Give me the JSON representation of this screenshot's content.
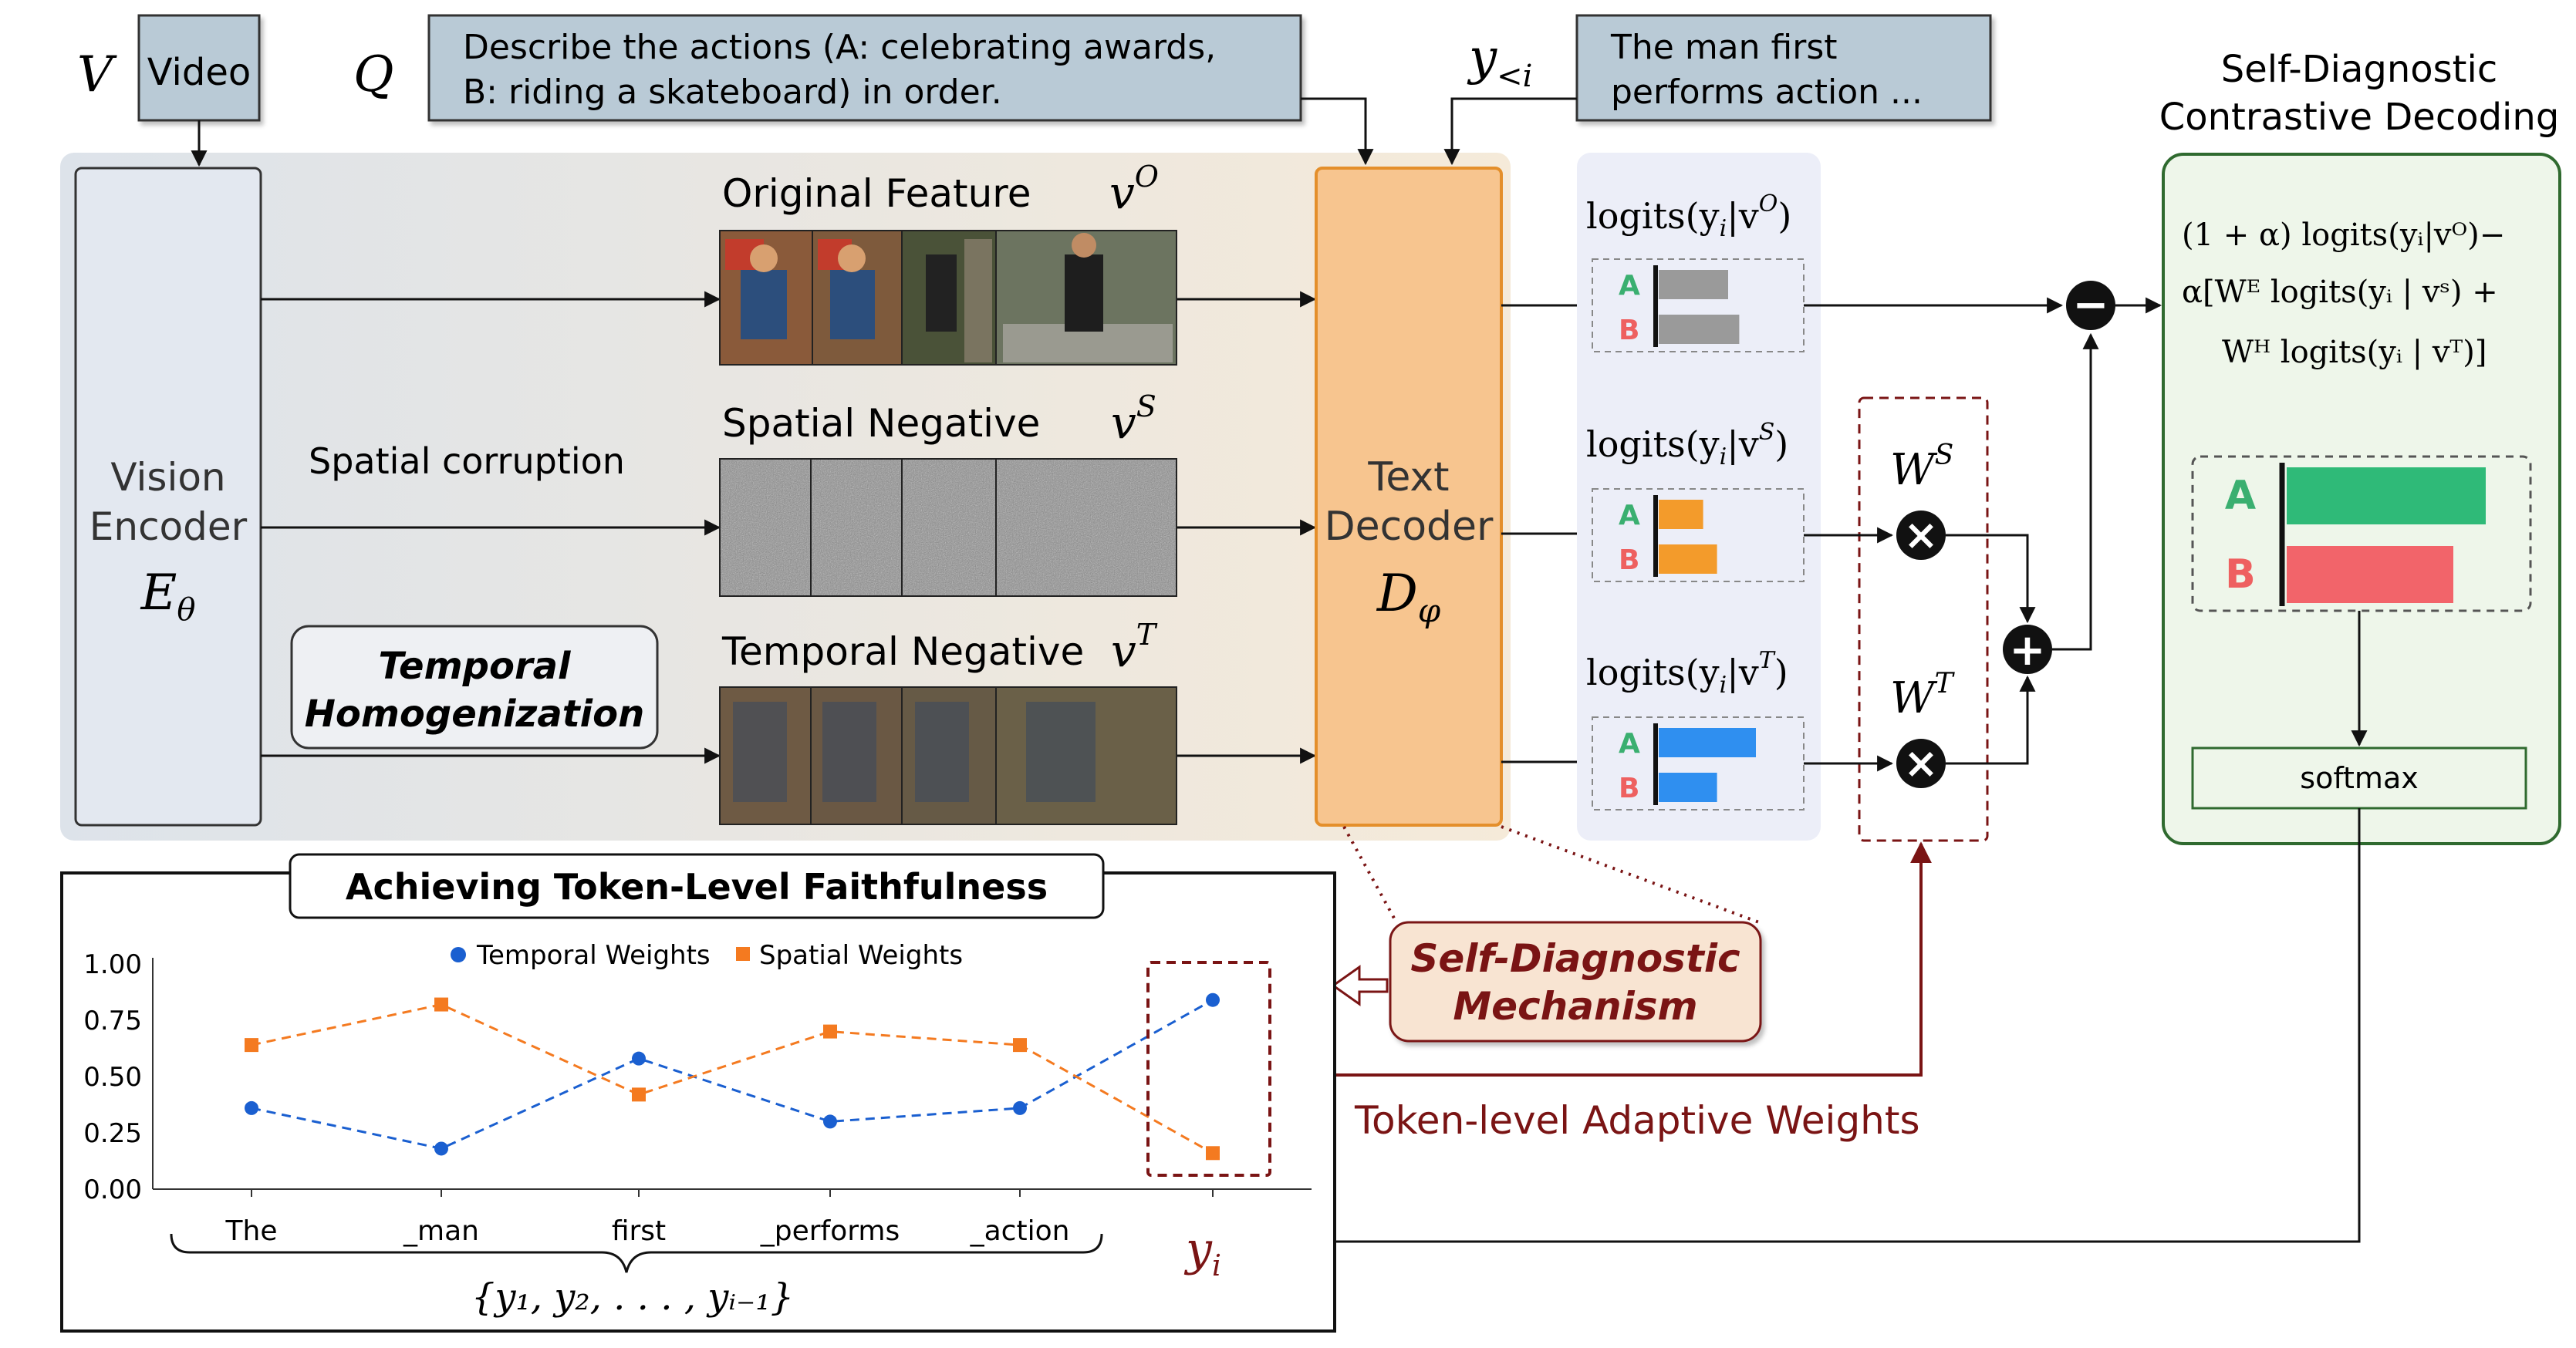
{
  "inputs": {
    "video_symbol": "V",
    "video_label": "Video",
    "query_symbol": "Q",
    "query_line1": "Describe the actions (A: celebrating awards,",
    "query_line2": "B: riding a skateboard) in order.",
    "prefix_symbol": "y",
    "prefix_sub": "<i",
    "prefix_line1": "The man first",
    "prefix_line2": "performs action ..."
  },
  "encoder": {
    "line1": "Vision",
    "line2": "Encoder",
    "symbol": "E",
    "symbol_sub": "θ"
  },
  "branches": {
    "original_title": "Original Feature",
    "original_symbol": "v",
    "original_sup": "O",
    "spatial_title": "Spatial Negative",
    "spatial_symbol": "v",
    "spatial_sup": "S",
    "spatial_op": "Spatial corruption",
    "temporal_title": "Temporal Negative",
    "temporal_symbol": "v",
    "temporal_sup": "T",
    "temporal_op_line1": "Temporal",
    "temporal_op_line2": "Homogenization"
  },
  "decoder": {
    "line1": "Text",
    "line2": "Decoder",
    "symbol": "D",
    "symbol_sub": "φ"
  },
  "logits": {
    "original": {
      "pre": "logits(y",
      "sub": "i",
      "mid": "|v",
      "sup": "O",
      "post": ")",
      "a_fill": 0.5,
      "b_fill": 0.58
    },
    "spatial": {
      "pre": "logits(y",
      "sub": "i",
      "mid": "|v",
      "sup": "S",
      "post": ")",
      "a_fill": 0.32,
      "b_fill": 0.42
    },
    "temporal": {
      "pre": "logits(y",
      "sub": "i",
      "mid": "|v",
      "sup": "T",
      "post": ")",
      "a_fill": 0.7,
      "b_fill": 0.42
    },
    "label_a": "A",
    "label_b": "B"
  },
  "weights": {
    "ws_symbol": "W",
    "ws_sup": "S",
    "wt_symbol": "W",
    "wt_sup": "T",
    "multiply_glyph": "×",
    "plus_glyph": "+",
    "minus_glyph": "−"
  },
  "scd": {
    "title_line1": "Self-Diagnostic",
    "title_line2": "Contrastive Decoding",
    "formula_line1": "(1 + α) logits(yᵢ|vᴼ)−",
    "formula_line2": "α[Wᴱ logits(yᵢ | vˢ) +",
    "formula_line3": "Wᴴ logits(yᵢ | vᵀ)]",
    "label_a": "A",
    "label_b": "B",
    "a_fill": 0.86,
    "b_fill": 0.72,
    "softmax_label": "softmax"
  },
  "mechanism": {
    "line1": "Self-Diagnostic",
    "line2": "Mechanism",
    "adaptive_label": "Token-level Adaptive Weights"
  },
  "faithfulness_panel": {
    "title": "Achieving Token-Level Faithfulness",
    "brace_label": "{y₁, y₂, . . . , yᵢ₋₁}",
    "current_token": "y",
    "current_token_sub": "i"
  },
  "colors": {
    "feature_bg": "#f3ecdf",
    "encoder_fill": "#e3e8f0",
    "input_fill": "#b9cad6",
    "decoder_fill": "#f7c58f",
    "decoder_stroke": "#e48f2b",
    "logit_panel": "#eceef8",
    "gray_bar": "#9a9a9a",
    "orange_bar": "#f39b2b",
    "blue_bar": "#2f8ff0",
    "green_bar": "#2fba78",
    "red_bar": "#f2646a",
    "label_a": "#3aaf70",
    "label_b": "#ee6060",
    "scd_border": "#2f6a2f",
    "scd_fill": "#eef6ea",
    "mechanism_fill": "#f8e4d2",
    "dark_red": "#7a1414",
    "temporal_series": "#1a5fd0",
    "spatial_series": "#f47a20"
  },
  "chart_data": {
    "type": "line",
    "categories": [
      "The",
      "_man",
      "first",
      "_performs",
      "_action",
      ""
    ],
    "series": [
      {
        "name": "Temporal Weights",
        "values": [
          0.36,
          0.18,
          0.58,
          0.3,
          0.36,
          0.84
        ]
      },
      {
        "name": "Spatial Weights",
        "values": [
          0.64,
          0.82,
          0.42,
          0.7,
          0.64,
          0.16
        ]
      }
    ],
    "yticks": [
      "0.00",
      "0.25",
      "0.50",
      "0.75",
      "1.00"
    ],
    "ylim": [
      0,
      1
    ],
    "legend": "top-center",
    "grid": false
  }
}
